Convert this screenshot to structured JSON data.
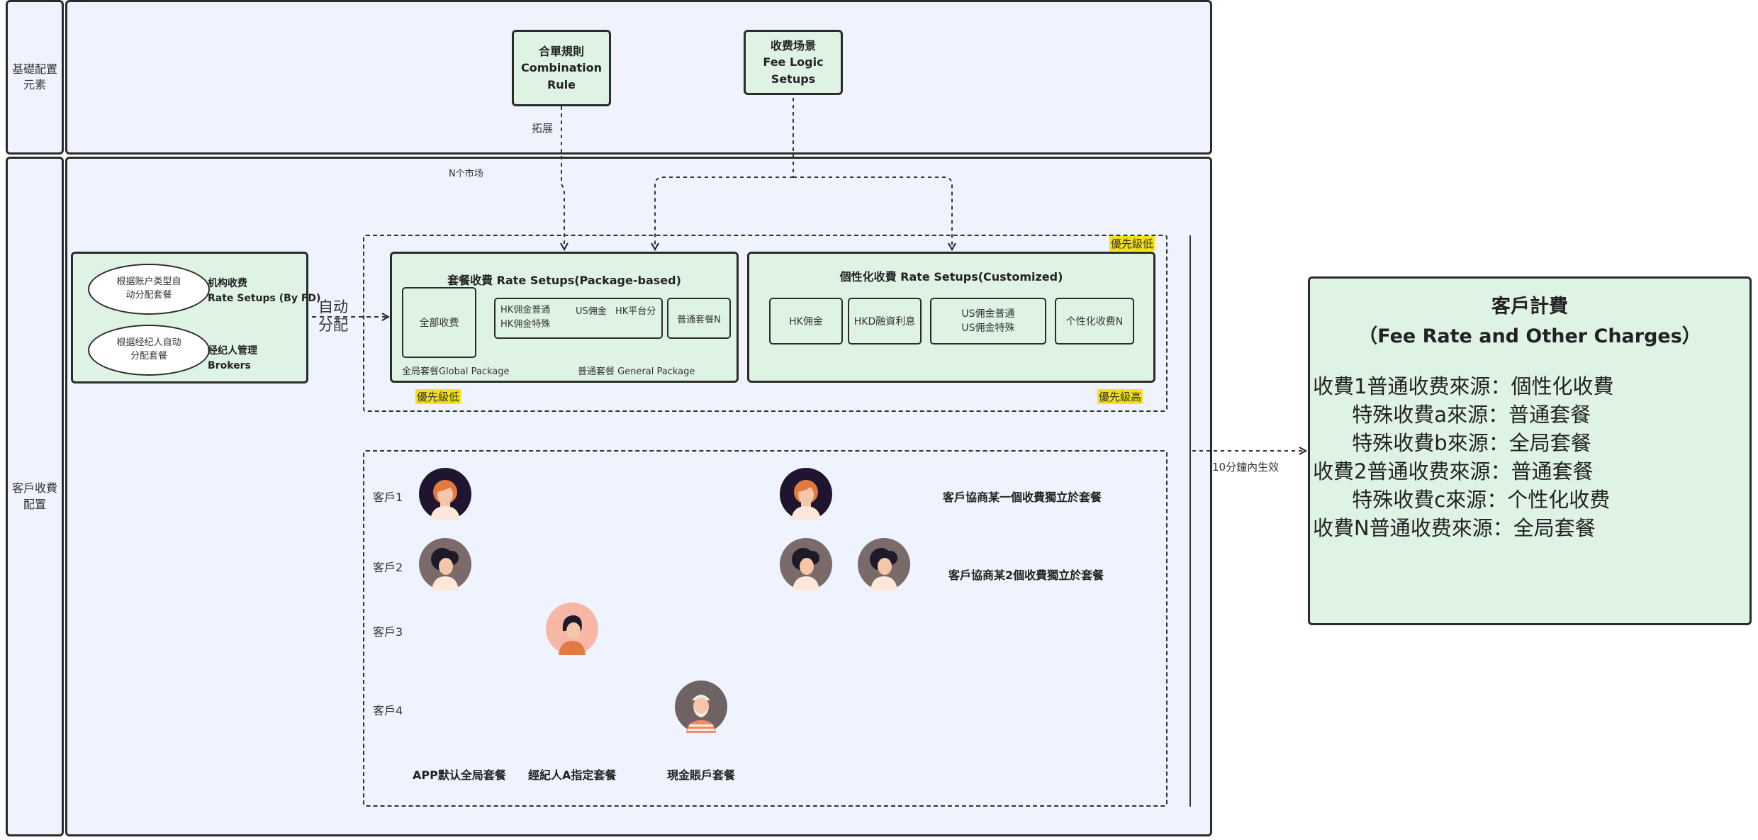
{
  "lanes": {
    "basic_label": "基礎配置\n元素",
    "customer_label": "客戶收費\n配置"
  },
  "top_nodes": {
    "combination_rule": "合單規則\nCombination\nRule",
    "fee_logic": "收费场景\nFee Logic\nSetups",
    "extend_label": "拓展",
    "n_markets_label": "N个市场"
  },
  "left_panel": {
    "ellipse_1": "根据账户类型自\n动分配套餐",
    "ellipse_2": "根据经纪人自动\n分配套餐",
    "org_fee": "机构收费\nRate Setups (By FD)",
    "broker_mgmt": "经纪人管理\nBrokers",
    "auto_assign": "自动\n分配"
  },
  "package_panel": {
    "title": "套餐收費 Rate Setups(Package-based)",
    "all_fees": "全部收费",
    "hk_comm": "HK佣金普通\nHK佣金特殊",
    "us_comm": "US佣金",
    "hk_platform": "HK平台分",
    "normal_package_n": "普通套餐N",
    "global_package_label": "全局套餐Global Package",
    "general_package_label": "普通套餐 General Package"
  },
  "custom_panel": {
    "title": "個性化收費 Rate Setups(Customized)",
    "hk_comm": "HK佣金",
    "hkd_margin": "HKD融資利息",
    "us_comm": "US佣金普通\nUS佣金特殊",
    "custom_fee_n": "个性化收费N"
  },
  "priority": {
    "low_top": "優先級低",
    "low_bottom": "優先級低",
    "high": "優先級高"
  },
  "customers": {
    "c1": "客戶1",
    "c2": "客戶2",
    "c3": "客戶3",
    "c4": "客戶4",
    "note_1": "客戶協商某一個收費獨立於套餐",
    "note_2": "客戶協商某2個收費獨立於套餐",
    "pkg_app": "APP默认全局套餐",
    "pkg_broker": "經紀人A指定套餐",
    "pkg_cash": "現金賬戶套餐"
  },
  "effective_label": "10分鐘內生效",
  "result": {
    "title": "客戶計費",
    "subtitle": "（Fee Rate and Other Charges）",
    "lines": [
      "收費1普通收费來源：個性化收費",
      "      特殊收費a來源：普通套餐",
      "      特殊收費b來源：全局套餐",
      "收費2普通收费來源：普通套餐",
      "      特殊收費c來源：个性化收费",
      "收費N普通收费來源：全局套餐"
    ]
  },
  "colors": {
    "lane_bg": "#eef3fd",
    "node_green": "#dff3e4",
    "highlight": "#f4e01a",
    "border": "#2b2b2b"
  }
}
